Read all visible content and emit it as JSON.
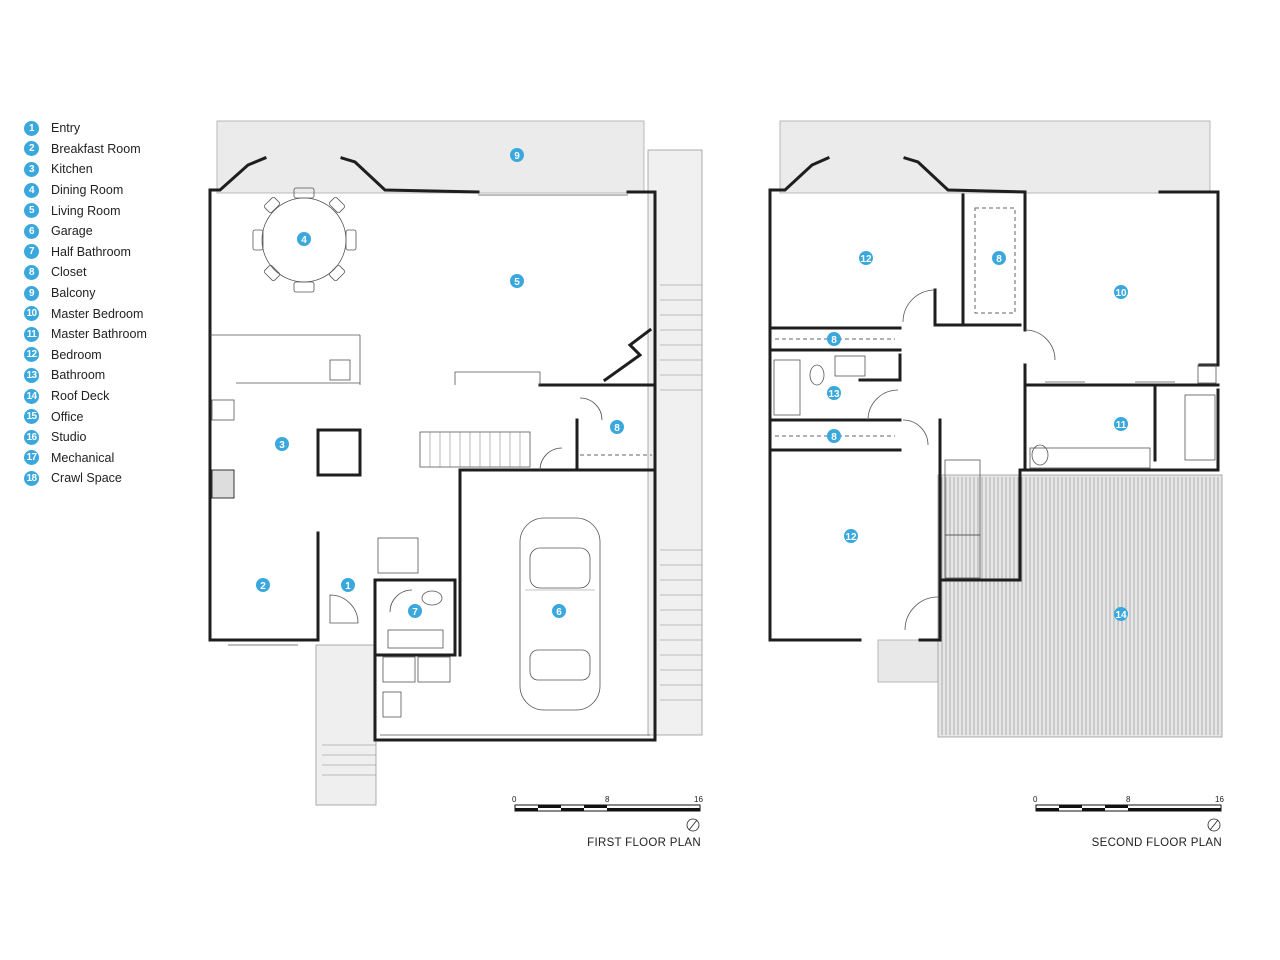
{
  "legend": [
    {
      "num": "1",
      "label": "Entry"
    },
    {
      "num": "2",
      "label": "Breakfast Room"
    },
    {
      "num": "3",
      "label": "Kitchen"
    },
    {
      "num": "4",
      "label": "Dining Room"
    },
    {
      "num": "5",
      "label": "Living Room"
    },
    {
      "num": "6",
      "label": "Garage"
    },
    {
      "num": "7",
      "label": "Half Bathroom"
    },
    {
      "num": "8",
      "label": "Closet"
    },
    {
      "num": "9",
      "label": "Balcony"
    },
    {
      "num": "10",
      "label": "Master Bedroom"
    },
    {
      "num": "11",
      "label": "Master Bathroom"
    },
    {
      "num": "12",
      "label": "Bedroom"
    },
    {
      "num": "13",
      "label": "Bathroom"
    },
    {
      "num": "14",
      "label": "Roof Deck"
    },
    {
      "num": "15",
      "label": "Office"
    },
    {
      "num": "16",
      "label": "Studio"
    },
    {
      "num": "17",
      "label": "Mechanical"
    },
    {
      "num": "18",
      "label": "Crawl Space"
    }
  ],
  "first_floor": {
    "title": "FIRST FLOOR PLAN",
    "scale": {
      "start": "0",
      "mid": "8",
      "end": "16"
    },
    "room_numbers": [
      "9",
      "4",
      "5",
      "3",
      "8",
      "2",
      "1",
      "7",
      "6"
    ]
  },
  "second_floor": {
    "title": "SECOND FLOOR PLAN",
    "scale": {
      "start": "0",
      "mid": "8",
      "end": "16"
    },
    "room_numbers": [
      "12",
      "8",
      "10",
      "8",
      "13",
      "8",
      "11",
      "12",
      "14"
    ]
  },
  "colors": {
    "badge": "#3aa8dc",
    "wall": "#1e1e1e",
    "balcony": "#ebebeb"
  }
}
